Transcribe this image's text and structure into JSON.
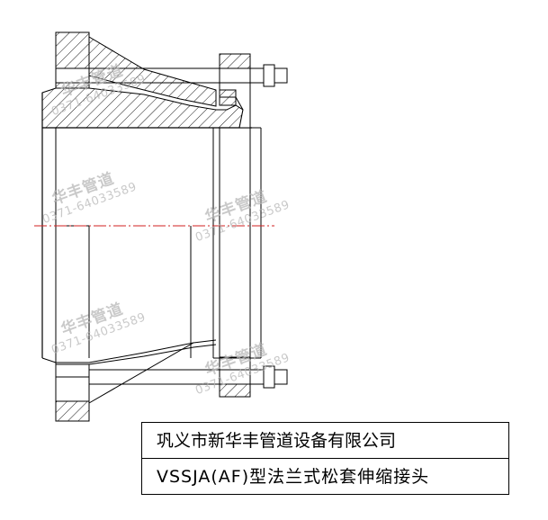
{
  "drawing": {
    "company_name": "巩义市新华丰管道设备有限公司",
    "product_name": "VSSJA(AF)型法兰式松套伸缩接头"
  },
  "watermarks": [
    {
      "name": "华丰管道",
      "phone": "0371-64033589"
    },
    {
      "name": "华丰管道",
      "phone": "0371-64033589"
    },
    {
      "name": "华丰管道",
      "phone": "0371-64033589"
    },
    {
      "name": "华丰管道",
      "phone": "0371-64033589"
    },
    {
      "name": "华丰管道",
      "phone": "0371-64033589"
    }
  ]
}
